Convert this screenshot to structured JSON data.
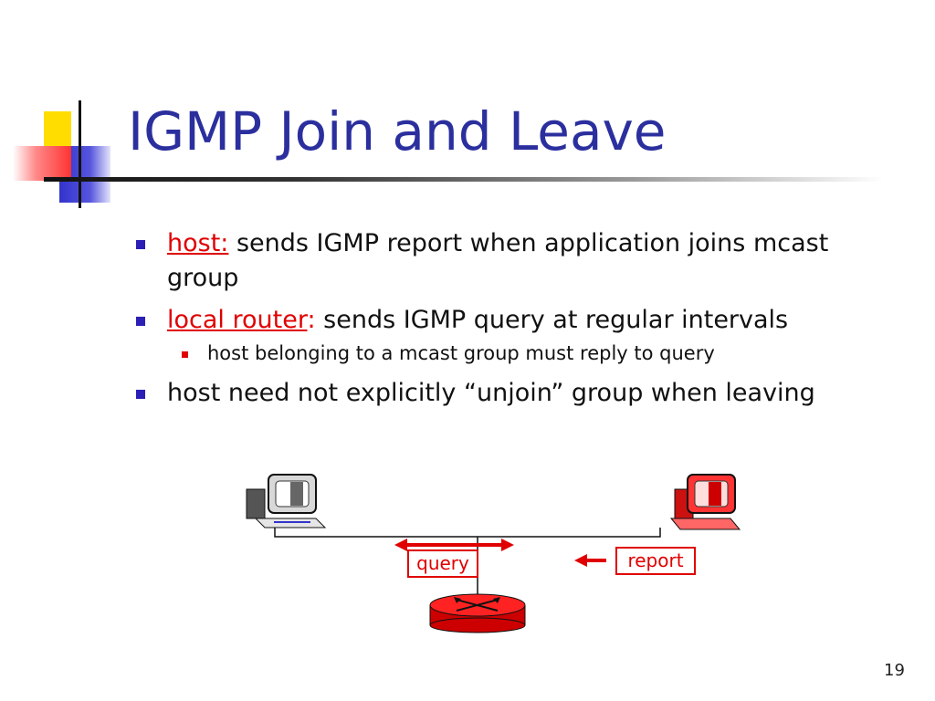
{
  "slide": {
    "title": "IGMP Join and Leave",
    "page_number": "19"
  },
  "bullets": [
    {
      "label": "host:",
      "text": " sends IGMP report when application joins mcast group"
    },
    {
      "label": "local router",
      "colon": ":",
      "text": " sends IGMP query at regular intervals"
    },
    {
      "text": "host need not explicitly “unjoin” group when leaving"
    }
  ],
  "sub_bullet": {
    "text": "host belonging to a mcast group must reply to query"
  },
  "diagram": {
    "query_label": "query",
    "report_label": "report"
  },
  "colors": {
    "title": "#2b2f9e",
    "bullet_marker": "#2b1fb5",
    "highlight": "#e00000",
    "router": "#ee1111"
  }
}
